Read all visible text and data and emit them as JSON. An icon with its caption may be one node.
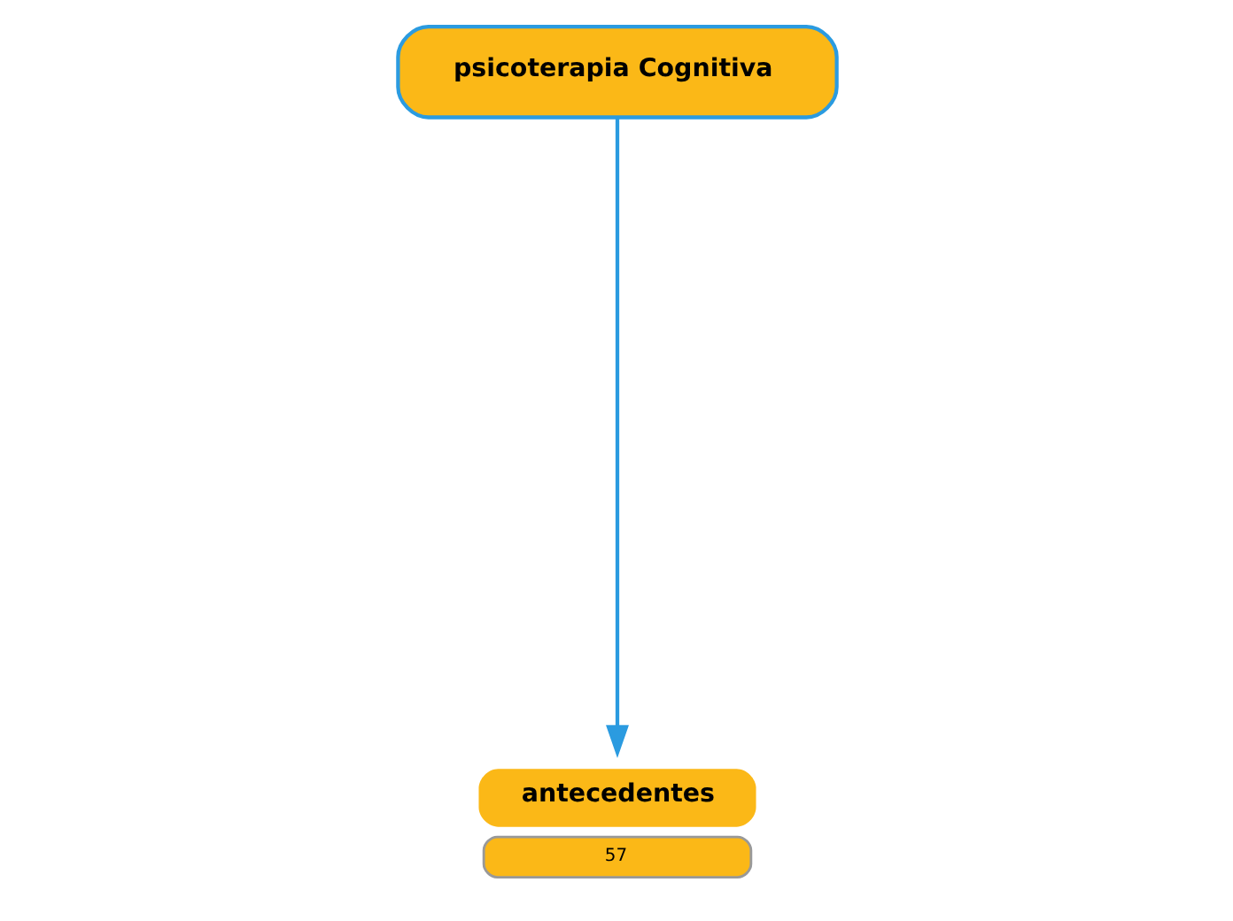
{
  "diagram": {
    "nodes": [
      {
        "text": [
          "psicoterapia Cognitiva"
        ]
      },
      {
        "text": [
          "antecedentes"
        ],
        "beside": [
          "57"
        ]
      }
    ],
    "edges": [
      {
        "from": 0,
        "to": 1,
        "arrow": "to"
      }
    ]
  }
}
